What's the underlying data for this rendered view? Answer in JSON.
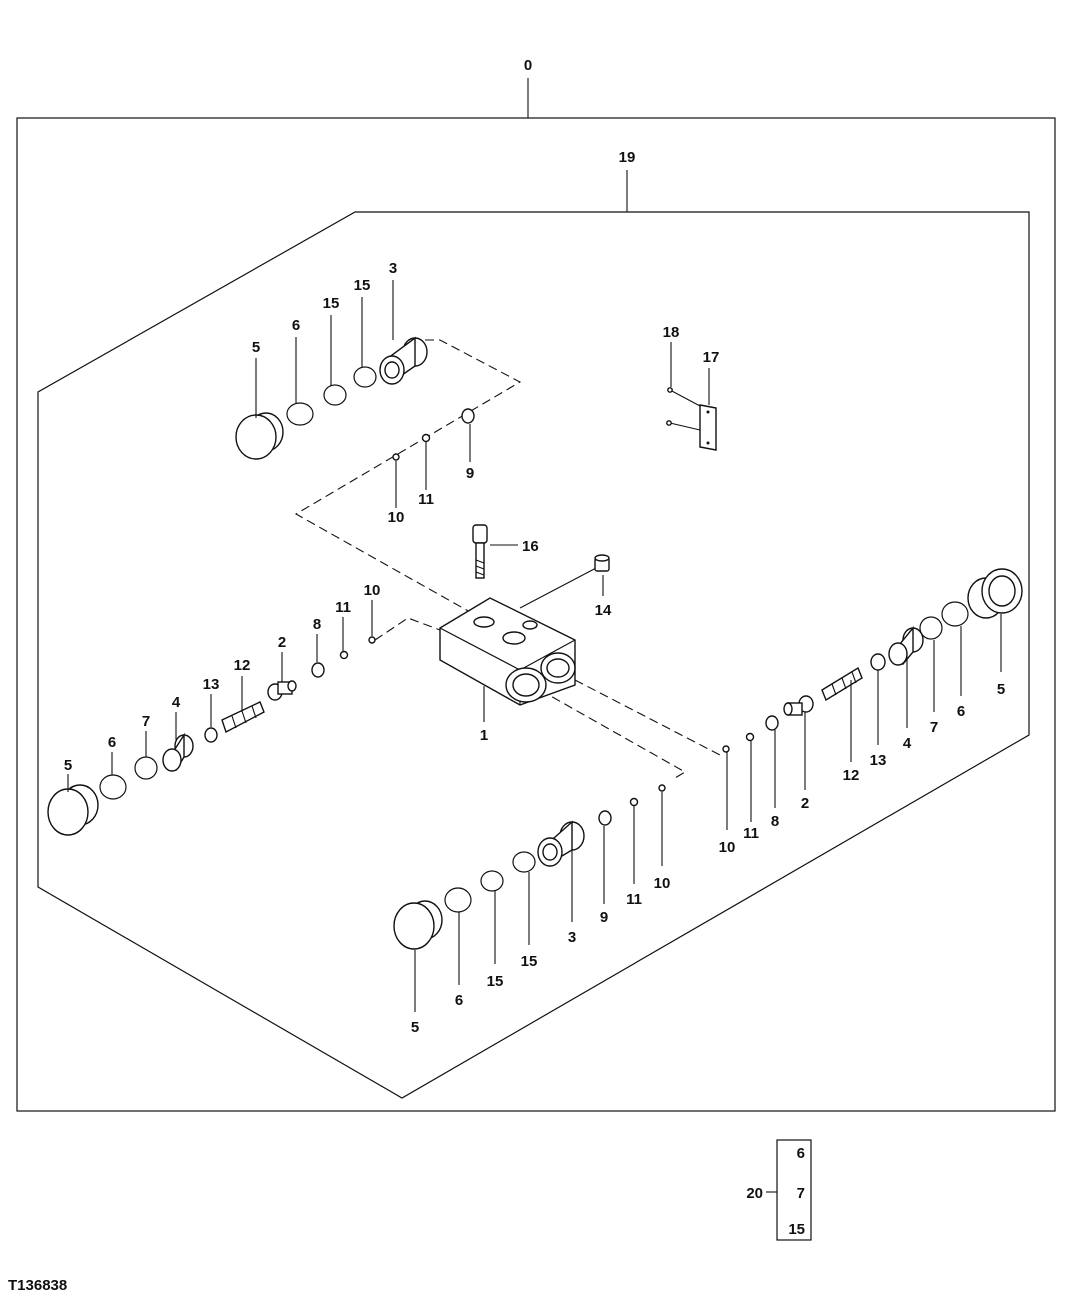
{
  "figure_id": "T136838",
  "labels": {
    "assembly": "0",
    "subassembly": "19",
    "p1": "1",
    "p14": "14",
    "p16": "16",
    "p17": "17",
    "p18": "18",
    "top": {
      "p5": "5",
      "p6": "6",
      "p15a": "15",
      "p15b": "15",
      "p3": "3",
      "p9": "9",
      "p10": "10",
      "p11": "11"
    },
    "left": {
      "p5": "5",
      "p6": "6",
      "p7": "7",
      "p4": "4",
      "p13": "13",
      "p12": "12",
      "p2": "2",
      "p8": "8",
      "p11": "11",
      "p10": "10"
    },
    "right": {
      "p5": "5",
      "p6": "6",
      "p7": "7",
      "p4": "4",
      "p13": "13",
      "p12": "12",
      "p2": "2",
      "p8": "8",
      "p11": "11",
      "p10": "10"
    },
    "bottom": {
      "p5": "5",
      "p6": "6",
      "p15a": "15",
      "p15b": "15",
      "p3": "3",
      "p9": "9",
      "p11": "11",
      "p10": "10"
    }
  },
  "kit": {
    "number": "20",
    "items": [
      "6",
      "7",
      "15"
    ]
  }
}
